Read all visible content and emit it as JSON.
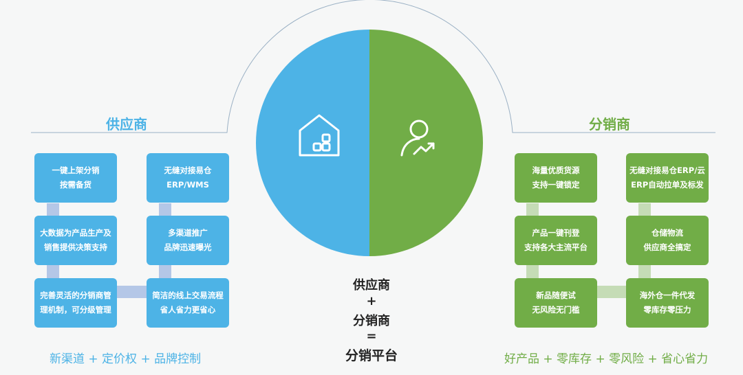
{
  "left": {
    "title": "供应商",
    "color": "#4db3e6",
    "boxes": [
      {
        "l1": "一键上架分销",
        "l2": "按需备货"
      },
      {
        "l1": "无缝对接易仓",
        "l2": "ERP/WMS"
      },
      {
        "l1": "大数据为产品生产及",
        "l2": "销售提供决策支持"
      },
      {
        "l1": "多渠道推广",
        "l2": "品牌迅速曝光"
      },
      {
        "l1": "完善灵活的分销商管",
        "l2": "理机制，可分级管理"
      },
      {
        "l1": "简洁的线上交易流程",
        "l2": "省人省力更省心"
      }
    ],
    "footer": "新渠道 + 定价权 + 品牌控制"
  },
  "right": {
    "title": "分销商",
    "color": "#71ad47",
    "boxes": [
      {
        "l1": "海量优质货源",
        "l2": "支持一键锁定"
      },
      {
        "l1": "无缝对接易仓ERP/云",
        "l2": "ERP自动拉单及标发"
      },
      {
        "l1": "产品一键刊登",
        "l2": "支持各大主流平台"
      },
      {
        "l1": "仓储物流",
        "l2": "供应商全搞定"
      },
      {
        "l1": "新品随便试",
        "l2": "无风险无门槛"
      },
      {
        "l1": "海外仓一件代发",
        "l2": "零库存零压力"
      }
    ],
    "footer": "好产品 + 零库存 + 零风险 + 省心省力"
  },
  "center": {
    "line1": "供应商",
    "line2": "+",
    "line3": "分销商",
    "line4": "=",
    "line5": "分销平台",
    "icons": [
      "warehouse-icon",
      "user-growth-icon"
    ]
  }
}
